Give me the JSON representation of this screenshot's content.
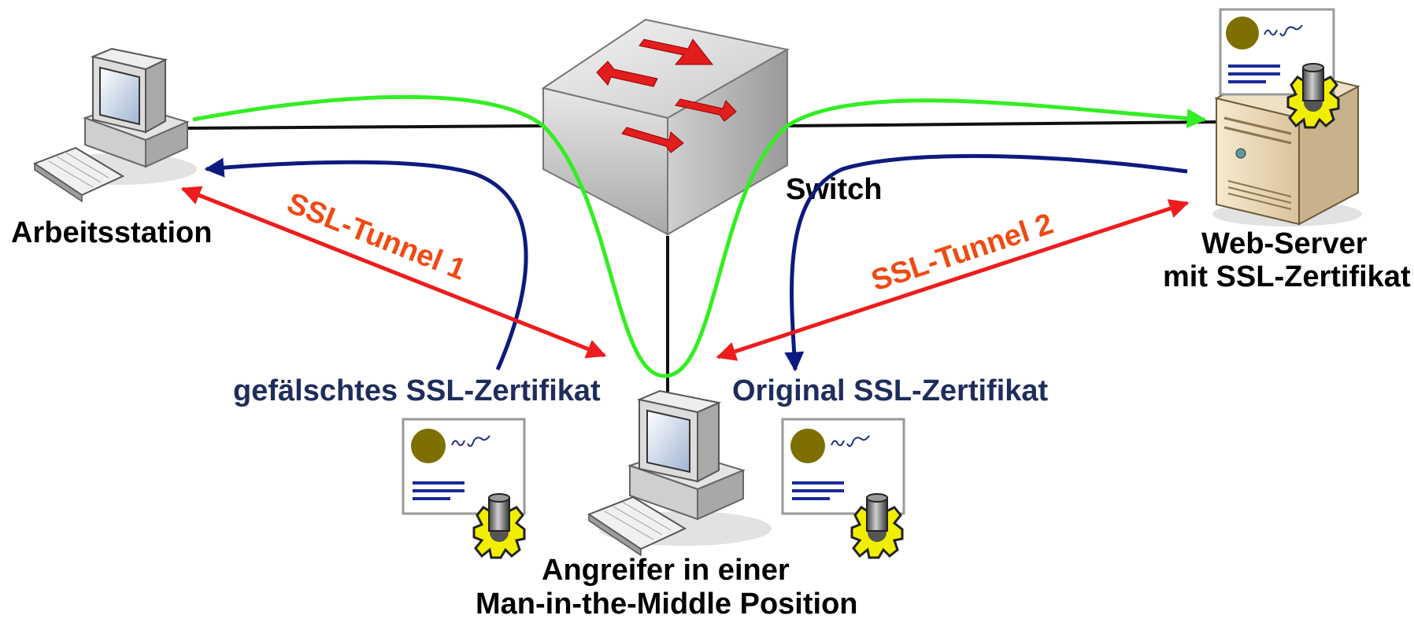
{
  "nodes": {
    "workstation": {
      "label": "Arbeitsstation"
    },
    "switch": {
      "label": "Switch"
    },
    "webserver": {
      "label_line1": "Web-Server",
      "label_line2": "mit SSL-Zertifikat"
    },
    "attacker": {
      "label_line1": "Angreifer in einer",
      "label_line2": "Man-in-the-Middle Position"
    }
  },
  "tunnels": {
    "tunnel1": "SSL-Tunnel 1",
    "tunnel2": "SSL-Tunnel 2"
  },
  "certificates": {
    "fake": "gefälschtes SSL-Zertifikat",
    "original": "Original SSL-Zertifikat"
  },
  "colors": {
    "tunnel": "#ee1c1c",
    "tunnel_text": "#f04a14",
    "data_flow": "#33ee22",
    "certificate_flow": "#0d1a80",
    "certificate_text": "#1f2d5c",
    "seal": "#7d7000",
    "gear": "#f2ee00"
  }
}
